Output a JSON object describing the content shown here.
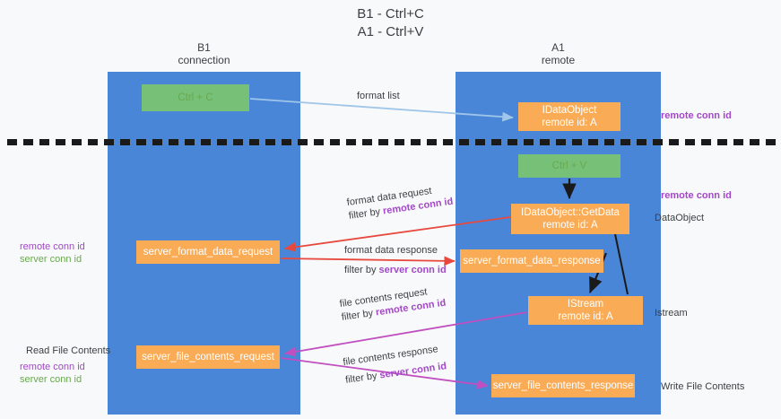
{
  "title": {
    "line1": "B1 - Ctrl+C",
    "line2": "A1 - Ctrl+V"
  },
  "lanes": [
    {
      "id": "b1",
      "name": "B1",
      "sub": "connection",
      "color": "#4a86d8"
    },
    {
      "id": "a1",
      "name": "A1",
      "sub": "remote",
      "color": "#4a86d8"
    }
  ],
  "colors": {
    "lane": "#4a86d8",
    "box_orange": "#f9ab55",
    "box_green": "#76c177",
    "accent_purple": "#a348c8",
    "accent_green": "#6aa84f",
    "arrow_blue": "#9fc5e8",
    "arrow_red": "#e8493f",
    "arrow_magenta": "#c050c0",
    "arrow_black": "#1a1a1a",
    "background": "#f8f9fa"
  },
  "boxes": {
    "ctrl_c": {
      "line1": "Ctrl + C",
      "line2": ""
    },
    "idataobject": {
      "line1": "IDataObject",
      "line2": "remote id: A"
    },
    "ctrl_v": {
      "line1": "Ctrl + V",
      "line2": ""
    },
    "getdata": {
      "line1": "IDataObject::GetData",
      "line2": "remote id: A"
    },
    "server_format_data_request": {
      "line1": "server_format_data_request",
      "line2": ""
    },
    "server_format_data_response": {
      "line1": "server_format_data_response",
      "line2": ""
    },
    "istream": {
      "line1": "IStream",
      "line2": "remote id: A"
    },
    "server_file_contents_request": {
      "line1": "server_file_contents_request",
      "line2": ""
    },
    "server_file_contents_response": {
      "line1": "server_file_contents_response",
      "line2": ""
    }
  },
  "flows": {
    "format_list": {
      "line1": "format list",
      "line2": "",
      "filter": ""
    },
    "format_data_request": {
      "line1": "format data request",
      "filter_prefix": "filter by ",
      "filter_key": "remote conn id"
    },
    "format_data_response": {
      "line1": "format data response",
      "filter_prefix": "filter by ",
      "filter_key": "server conn id"
    },
    "file_contents_request": {
      "line1": "file contents request",
      "filter_prefix": "filter by ",
      "filter_key": "remote conn id"
    },
    "file_contents_response": {
      "line1": "file contents response",
      "filter_prefix": "filter by ",
      "filter_key": "server conn id"
    }
  },
  "annotations": {
    "right_remote_conn_id_1": "remote conn id",
    "right_remote_conn_id_2": "remote conn id",
    "right_dataobject": "DataObject",
    "right_istream": "Istream",
    "right_write_file_contents": "Write File Contents",
    "left_remote_conn_id": "remote conn id",
    "left_server_conn_id": "server conn id",
    "left_read_file_contents": "Read File Contents",
    "left_remote_conn_id_2": "remote conn id",
    "left_server_conn_id_2": "server conn id"
  }
}
